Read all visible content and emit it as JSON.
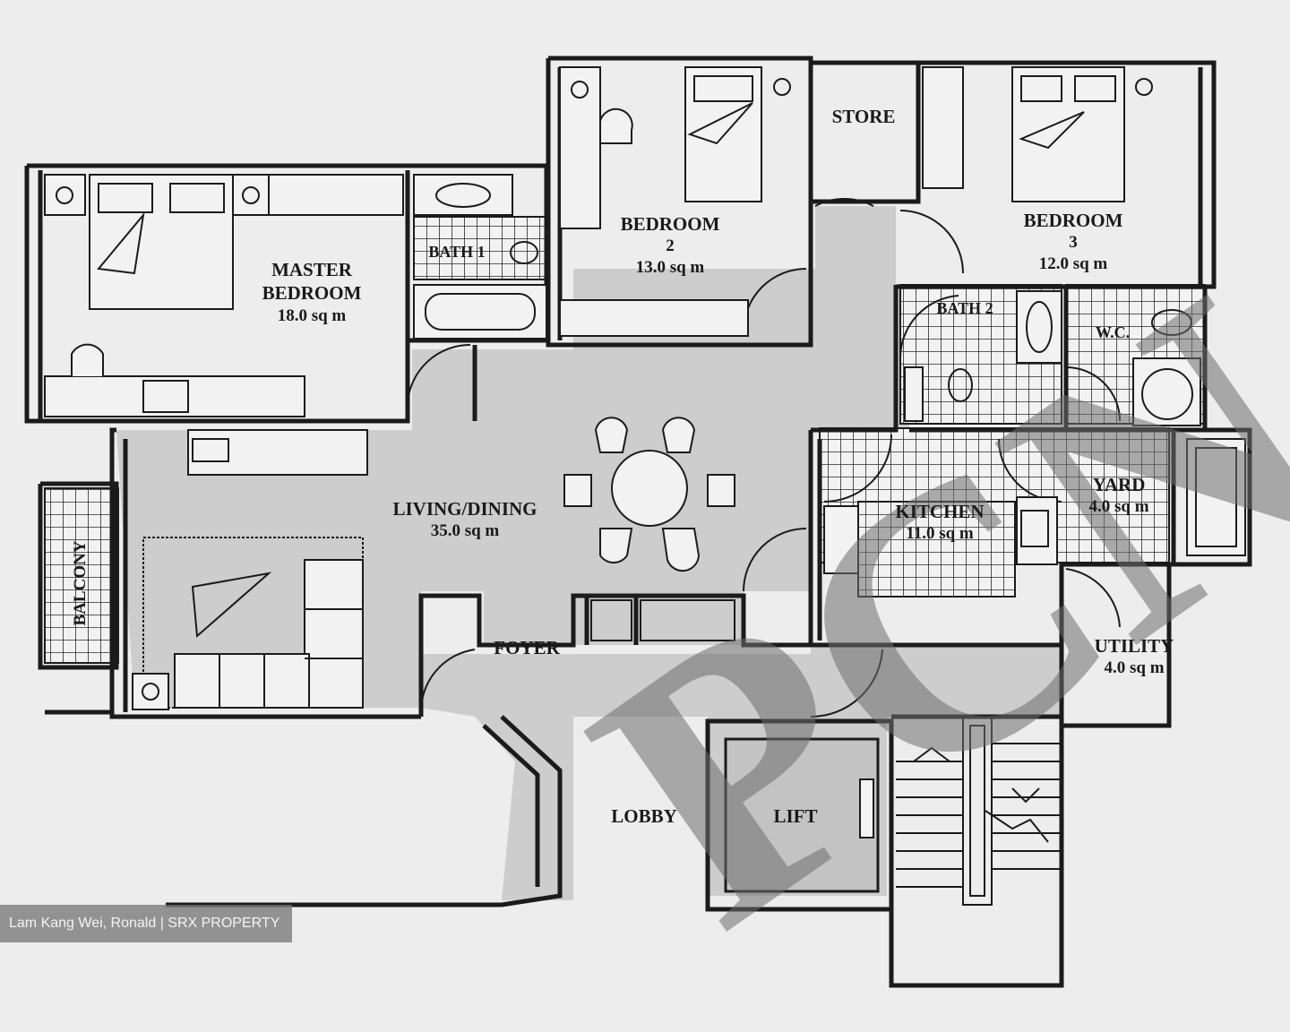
{
  "rooms": {
    "master": {
      "name1": "MASTER",
      "name2": "BEDROOM",
      "area": "18.0 sq m"
    },
    "bedroom2": {
      "name": "BEDROOM",
      "num": "2",
      "area": "13.0 sq m"
    },
    "bedroom3": {
      "name": "BEDROOM",
      "num": "3",
      "area": "12.0 sq m"
    },
    "store": {
      "name": "STORE"
    },
    "bath1": {
      "name": "BATH 1"
    },
    "bath2": {
      "name": "BATH 2"
    },
    "wc": {
      "name": "W.C."
    },
    "living": {
      "name": "LIVING/DINING",
      "area": "35.0 sq m"
    },
    "kitchen": {
      "name": "KITCHEN",
      "area": "11.0 sq m"
    },
    "yard": {
      "name": "YARD",
      "area": "4.0 sq m"
    },
    "utility": {
      "name": "UTILITY",
      "area": "4.0 sq m"
    },
    "foyer": {
      "name": "FOYER"
    },
    "lobby": {
      "name": "LOBBY"
    },
    "lift": {
      "name": "LIFT"
    },
    "balcony": {
      "name": "BALCONY"
    }
  },
  "watermark": {
    "text": "PCN"
  },
  "credit": {
    "text": "Lam Kang Wei, Ronald | SRX PROPERTY"
  },
  "colors": {
    "wall": "#1b1b1b",
    "floor": "#e4e4e4",
    "shaded": "#c9c9c9",
    "tile": "#2a2a2a",
    "watermark": "#808080"
  }
}
